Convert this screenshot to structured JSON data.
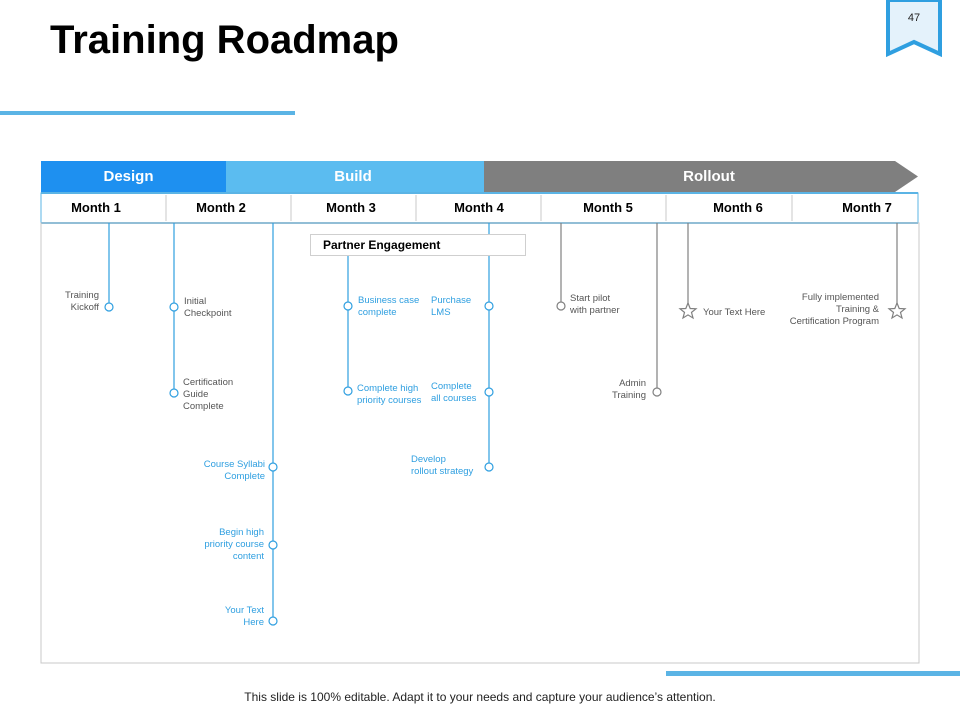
{
  "page": {
    "title": "Training Roadmap",
    "page_number": "47",
    "footer": "This slide is 100% editable. Adapt it to your needs and capture your audience’s attention."
  },
  "phases": {
    "design": "Design",
    "build": "Build",
    "rollout": "Rollout"
  },
  "months": [
    "Month  1",
    "Month  2",
    "Month  3",
    "Month  4",
    "Month  5",
    "Month  6",
    "Month  7"
  ],
  "partner_engagement": "Partner Engagement",
  "milestones": {
    "training_kickoff": "Training\nKickoff",
    "initial_checkpoint": "Initial\nCheckpoint",
    "certification_guide": "Certification\nGuide\nComplete",
    "course_syllabi": "Course Syllabi\nComplete",
    "begin_high_priority": "Begin high\npriority course\ncontent",
    "your_text_m3": "Your Text\nHere",
    "business_case": "Business case\ncomplete",
    "complete_high_priority": "Complete high\npriority courses",
    "purchase_lms": "Purchase\nLMS",
    "complete_all_courses": "Complete\nall courses",
    "develop_rollout": "Develop\nrollout strategy",
    "start_pilot": "Start pilot\nwith partner",
    "admin_training": "Admin\nTraining",
    "your_text_m6": "Your Text Here",
    "fully_implemented": "Fully implemented\nTraining &\nCertification Program"
  },
  "colors": {
    "design": "#1e90f0",
    "build": "#5bbcf0",
    "rollout": "#7f7f7f",
    "blue_line": "#2f9fe0",
    "grey_line": "#808080",
    "accent": "#5bb4e5"
  },
  "icons": [
    "star-icon",
    "bookmark-badge"
  ]
}
